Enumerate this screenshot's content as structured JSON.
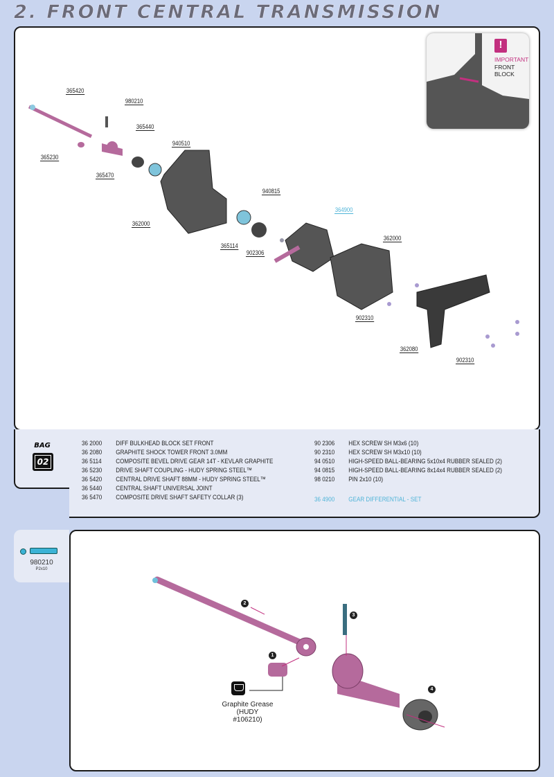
{
  "title": "2. FRONT CENTRAL TRANSMISSION",
  "important": {
    "badge": "!",
    "label": "IMPORTANT",
    "text": "FRONT BLOCK"
  },
  "diagram_labels": [
    "365420",
    "980210",
    "365440",
    "365230",
    "365470",
    "940510",
    "362000",
    "940815",
    "364900",
    "362000",
    "365114",
    "902306",
    "902310",
    "362080",
    "902310"
  ],
  "bag": {
    "label": "BAG",
    "number": "02"
  },
  "parts_left": [
    {
      "code": "36 2000",
      "desc": "DIFF BULKHEAD BLOCK SET FRONT"
    },
    {
      "code": "36 2080",
      "desc": "GRAPHITE SHOCK TOWER FRONT 3.0MM"
    },
    {
      "code": "36 5114",
      "desc": "COMPOSITE BEVEL DRIVE GEAR 14T - KEVLAR GRAPHITE"
    },
    {
      "code": "36 5230",
      "desc": "DRIVE SHAFT COUPLING  - HUDY SPRING STEEL™"
    },
    {
      "code": "36 5420",
      "desc": "CENTRAL DRIVE SHAFT 88MM - HUDY SPRING STEEL™"
    },
    {
      "code": "36 5440",
      "desc": "CENTRAL SHAFT UNIVERSAL JOINT"
    },
    {
      "code": "36 5470",
      "desc": "COMPOSITE DRIVE SHAFT SAFETY COLLAR (3)"
    }
  ],
  "parts_right": [
    {
      "code": "90 2306",
      "desc": "HEX SCREW SH M3x6  (10)"
    },
    {
      "code": "90 2310",
      "desc": "HEX SCREW  SH M3x10  (10)"
    },
    {
      "code": "94 0510",
      "desc": "HIGH-SPEED BALL-BEARING 5x10x4 RUBBER SEALED  (2)"
    },
    {
      "code": "94 0815",
      "desc": "HIGH-SPEED BALL-BEARING 8x14x4 RUBBER SEALED  (2)"
    },
    {
      "code": "98 0210",
      "desc": "PIN 2x10  (10)"
    }
  ],
  "parts_set": {
    "code": "36 4900",
    "desc": "GEAR DIFFERENTIAL - SET"
  },
  "pin": {
    "code": "980210",
    "size": "P2x10"
  },
  "steps": [
    "1",
    "2",
    "3",
    "4"
  ],
  "grease": {
    "line1": "Graphite Grease",
    "line2": "(HUDY #106210)"
  },
  "colors": {
    "background": "#c9d5ef",
    "accent": "#c2307f",
    "set": "#4fb4d8",
    "part": "#b56a9c"
  }
}
